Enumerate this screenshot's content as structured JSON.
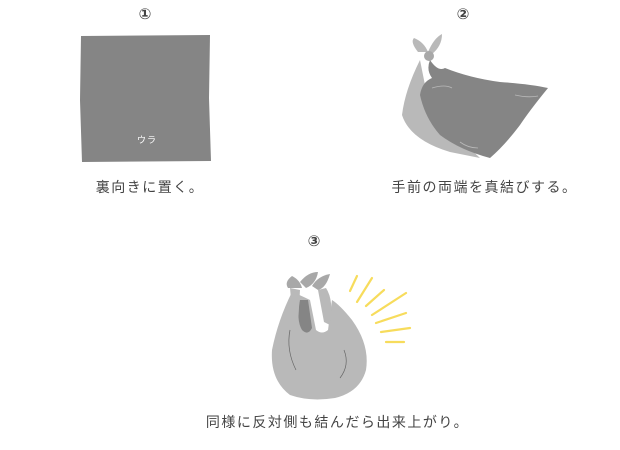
{
  "steps": [
    {
      "number": "①",
      "caption": "裏向きに置く。",
      "label_on_cloth": "ウラ"
    },
    {
      "number": "②",
      "caption": "手前の両端を真結びする。"
    },
    {
      "number": "③",
      "caption": "同様に反対側も結んだら出来上がり。"
    }
  ],
  "colors": {
    "cloth_dark": "#858585",
    "cloth_light": "#b9b9b9",
    "sparkle": "#f7dc5c",
    "text": "#444444"
  }
}
